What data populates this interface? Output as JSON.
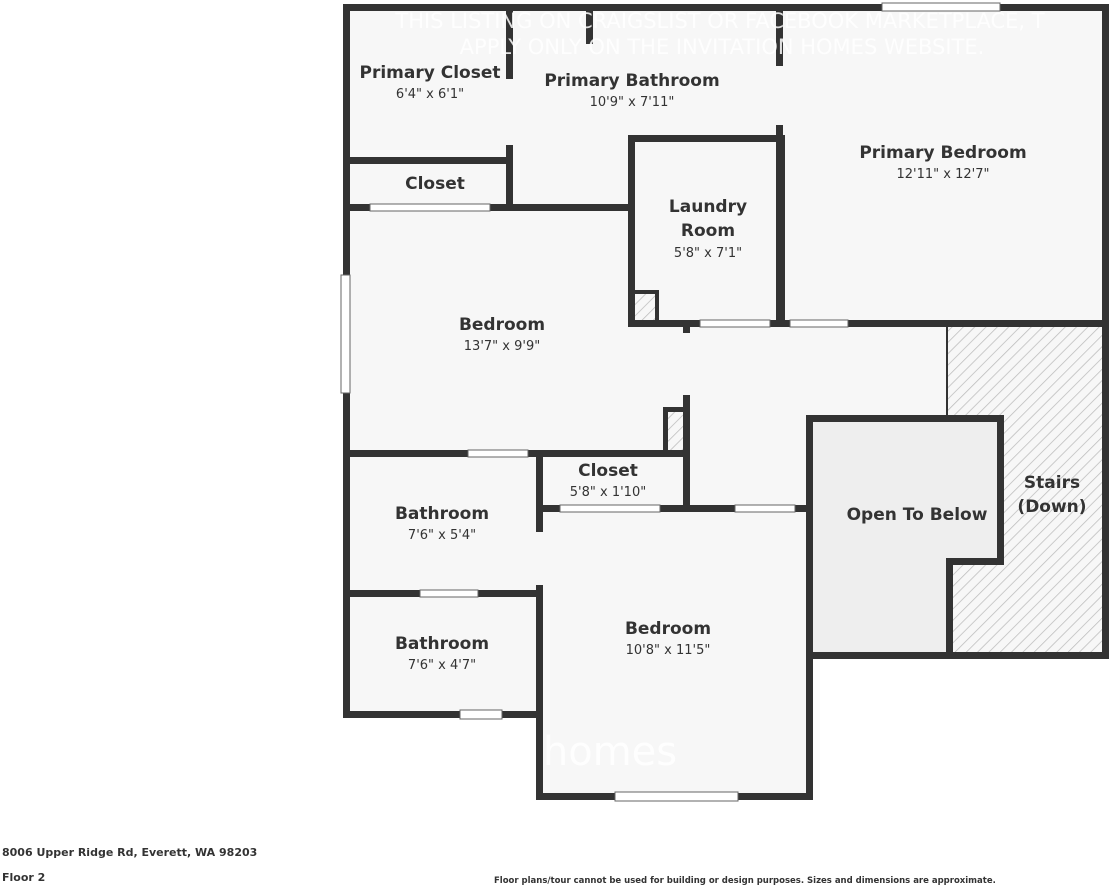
{
  "watermark": {
    "line1": "THIS LISTING ON CRAIGSLIST OR FACEBOOK MARKETPLACE, T",
    "line2": "APPLY ONLY ON THE INVITATION HOMES WEBSITE.",
    "logo": "homes"
  },
  "rooms": [
    {
      "name": "Primary Closet",
      "dims": "6'4\" x 6'1\""
    },
    {
      "name": "Primary Bathroom",
      "dims": "10'9\" x 7'11\""
    },
    {
      "name": "Primary Bedroom",
      "dims": "12'11\" x 12'7\""
    },
    {
      "name": "Closet",
      "dims": ""
    },
    {
      "name": "Laundry",
      "name2": "Room",
      "dims": "5'8\" x 7'1\""
    },
    {
      "name": "Bedroom",
      "dims": "13'7\" x 9'9\""
    },
    {
      "name": "Closet",
      "dims": "5'8\" x 1'10\""
    },
    {
      "name": "Bathroom",
      "dims": "7'6\" x 5'4\""
    },
    {
      "name": "Bathroom",
      "dims": "7'6\" x 4'7\""
    },
    {
      "name": "Bedroom",
      "dims": "10'8\" x 11'5\""
    },
    {
      "name": "Open To Below",
      "dims": ""
    },
    {
      "name": "Stairs",
      "name2": "(Down)",
      "dims": ""
    }
  ],
  "footer": {
    "address": "8006 Upper Ridge Rd, Everett, WA 98203",
    "floor": "Floor 2",
    "disclaimer": "Floor plans/tour cannot be used for building or design purposes. Sizes and dimensions are approximate."
  },
  "colors": {
    "wall": "#333333",
    "floor": "#f7f7f7",
    "open_below": "#eeeeee"
  }
}
